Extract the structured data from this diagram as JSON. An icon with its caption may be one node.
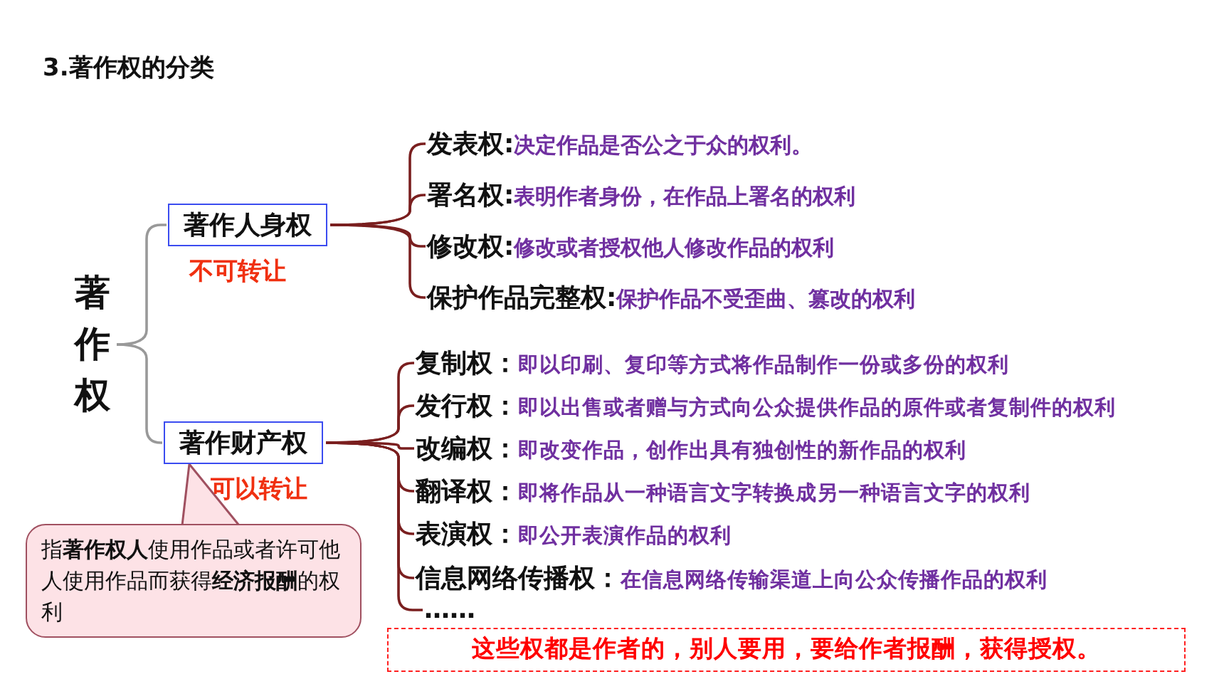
{
  "diagram": {
    "title": "3.著作权的分类",
    "nodes": [
      {
        "text": [
          "著作权"
        ]
      },
      {
        "text": [
          "著作人身权"
        ],
        "beside": [
          "不可转让"
        ]
      },
      {
        "text": [
          "著作财产权"
        ],
        "beside": [
          "可以转让"
        ]
      },
      {
        "text": [
          "发表权:",
          "决定作品是否公之于众的权利。"
        ]
      },
      {
        "text": [
          "署名权:",
          "表明作者身份，在作品上署名的权利"
        ]
      },
      {
        "text": [
          "修改权:",
          "修改或者授权他人修改作品的权利"
        ]
      },
      {
        "text": [
          "保护作品完整权:",
          "保护作品不受**歪曲**、**篡改**的权利"
        ]
      },
      {
        "text": [
          "复制权：",
          "即以印刷、复印等方式将作品制作一份或多份的权利"
        ]
      },
      {
        "text": [
          "发行权：",
          "即以出售或者赠与方式**向公众**提供作品的原件或者复制件的权利"
        ]
      },
      {
        "text": [
          "改编权：",
          "即改变作品，创作出具有独创性的**新作品**的权利"
        ]
      },
      {
        "text": [
          "翻译权：",
          "即将作品从一种语言文字转换成另一种语言文字的权利"
        ]
      },
      {
        "text": [
          "表演权：",
          "即公开表演作品的权利"
        ]
      },
      {
        "text": [
          "信息网络传播权：",
          "在信息网络传输渠道上向公众传播作品的权利"
        ]
      },
      {
        "text": [
          "……"
        ]
      },
      {
        "text": [
          "指**著作权人**使用作品或者许可他人使用作品而获得**经济报酬**的权利"
        ]
      },
      {
        "text": [
          "这些权都是作者的，别人要用，要给作者报酬，获得授权。"
        ]
      }
    ],
    "edges": [
      {
        "from": 0,
        "to": 1,
        "arrow": "none",
        "color": "#999999"
      },
      {
        "from": 0,
        "to": 2,
        "arrow": "none",
        "color": "#999999"
      },
      {
        "from": 1,
        "to": 3,
        "arrow": "none"
      },
      {
        "from": 1,
        "to": 4,
        "arrow": "none"
      },
      {
        "from": 1,
        "to": 5,
        "arrow": "none"
      },
      {
        "from": 1,
        "to": 6,
        "arrow": "none"
      },
      {
        "from": 2,
        "to": 7,
        "arrow": "none"
      },
      {
        "from": 2,
        "to": 8,
        "arrow": "none"
      },
      {
        "from": 2,
        "to": 9,
        "arrow": "none"
      },
      {
        "from": 2,
        "to": 10,
        "arrow": "none"
      },
      {
        "from": 2,
        "to": 11,
        "arrow": "none"
      },
      {
        "from": 2,
        "to": 12,
        "arrow": "none"
      },
      {
        "from": 2,
        "to": 13,
        "arrow": "none"
      },
      {
        "from": 14,
        "to": 2,
        "arrow": "to"
      }
    ]
  }
}
